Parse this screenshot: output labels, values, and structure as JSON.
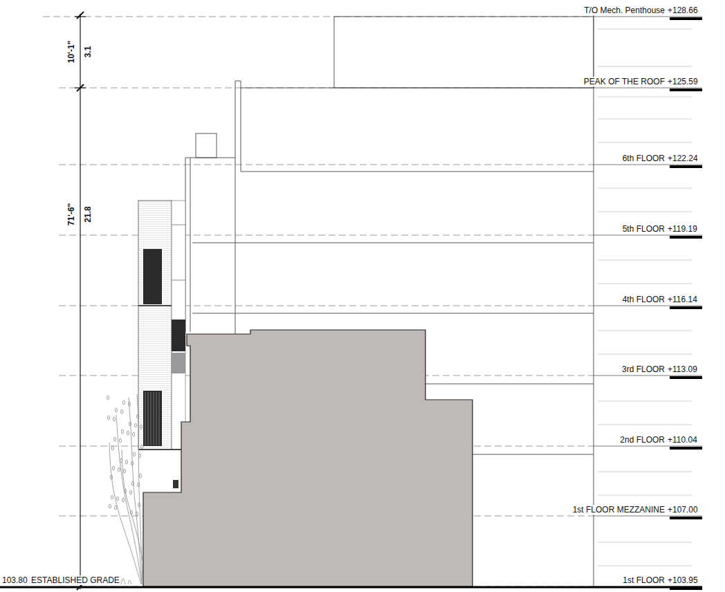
{
  "diagram": {
    "labels": [
      "T/O Mech. Penthouse",
      "+128.66",
      "PEAK OF THE ROOF",
      "+125.59",
      "6th FLOOR",
      "+122.24",
      "5th FLOOR",
      "+119.19",
      "4th FLOOR",
      "+116.14",
      "3rd FLOOR",
      "+113.09",
      "2nd FLOOR",
      "+110.04",
      "1st FLOOR MEZZANINE",
      "+107.00",
      "1st FLOOR",
      "+103.95",
      "103.80",
      "ESTABLISHED GRADE",
      "10'-1\"",
      "3.1",
      "71'-6\"",
      "21.8"
    ]
  }
}
